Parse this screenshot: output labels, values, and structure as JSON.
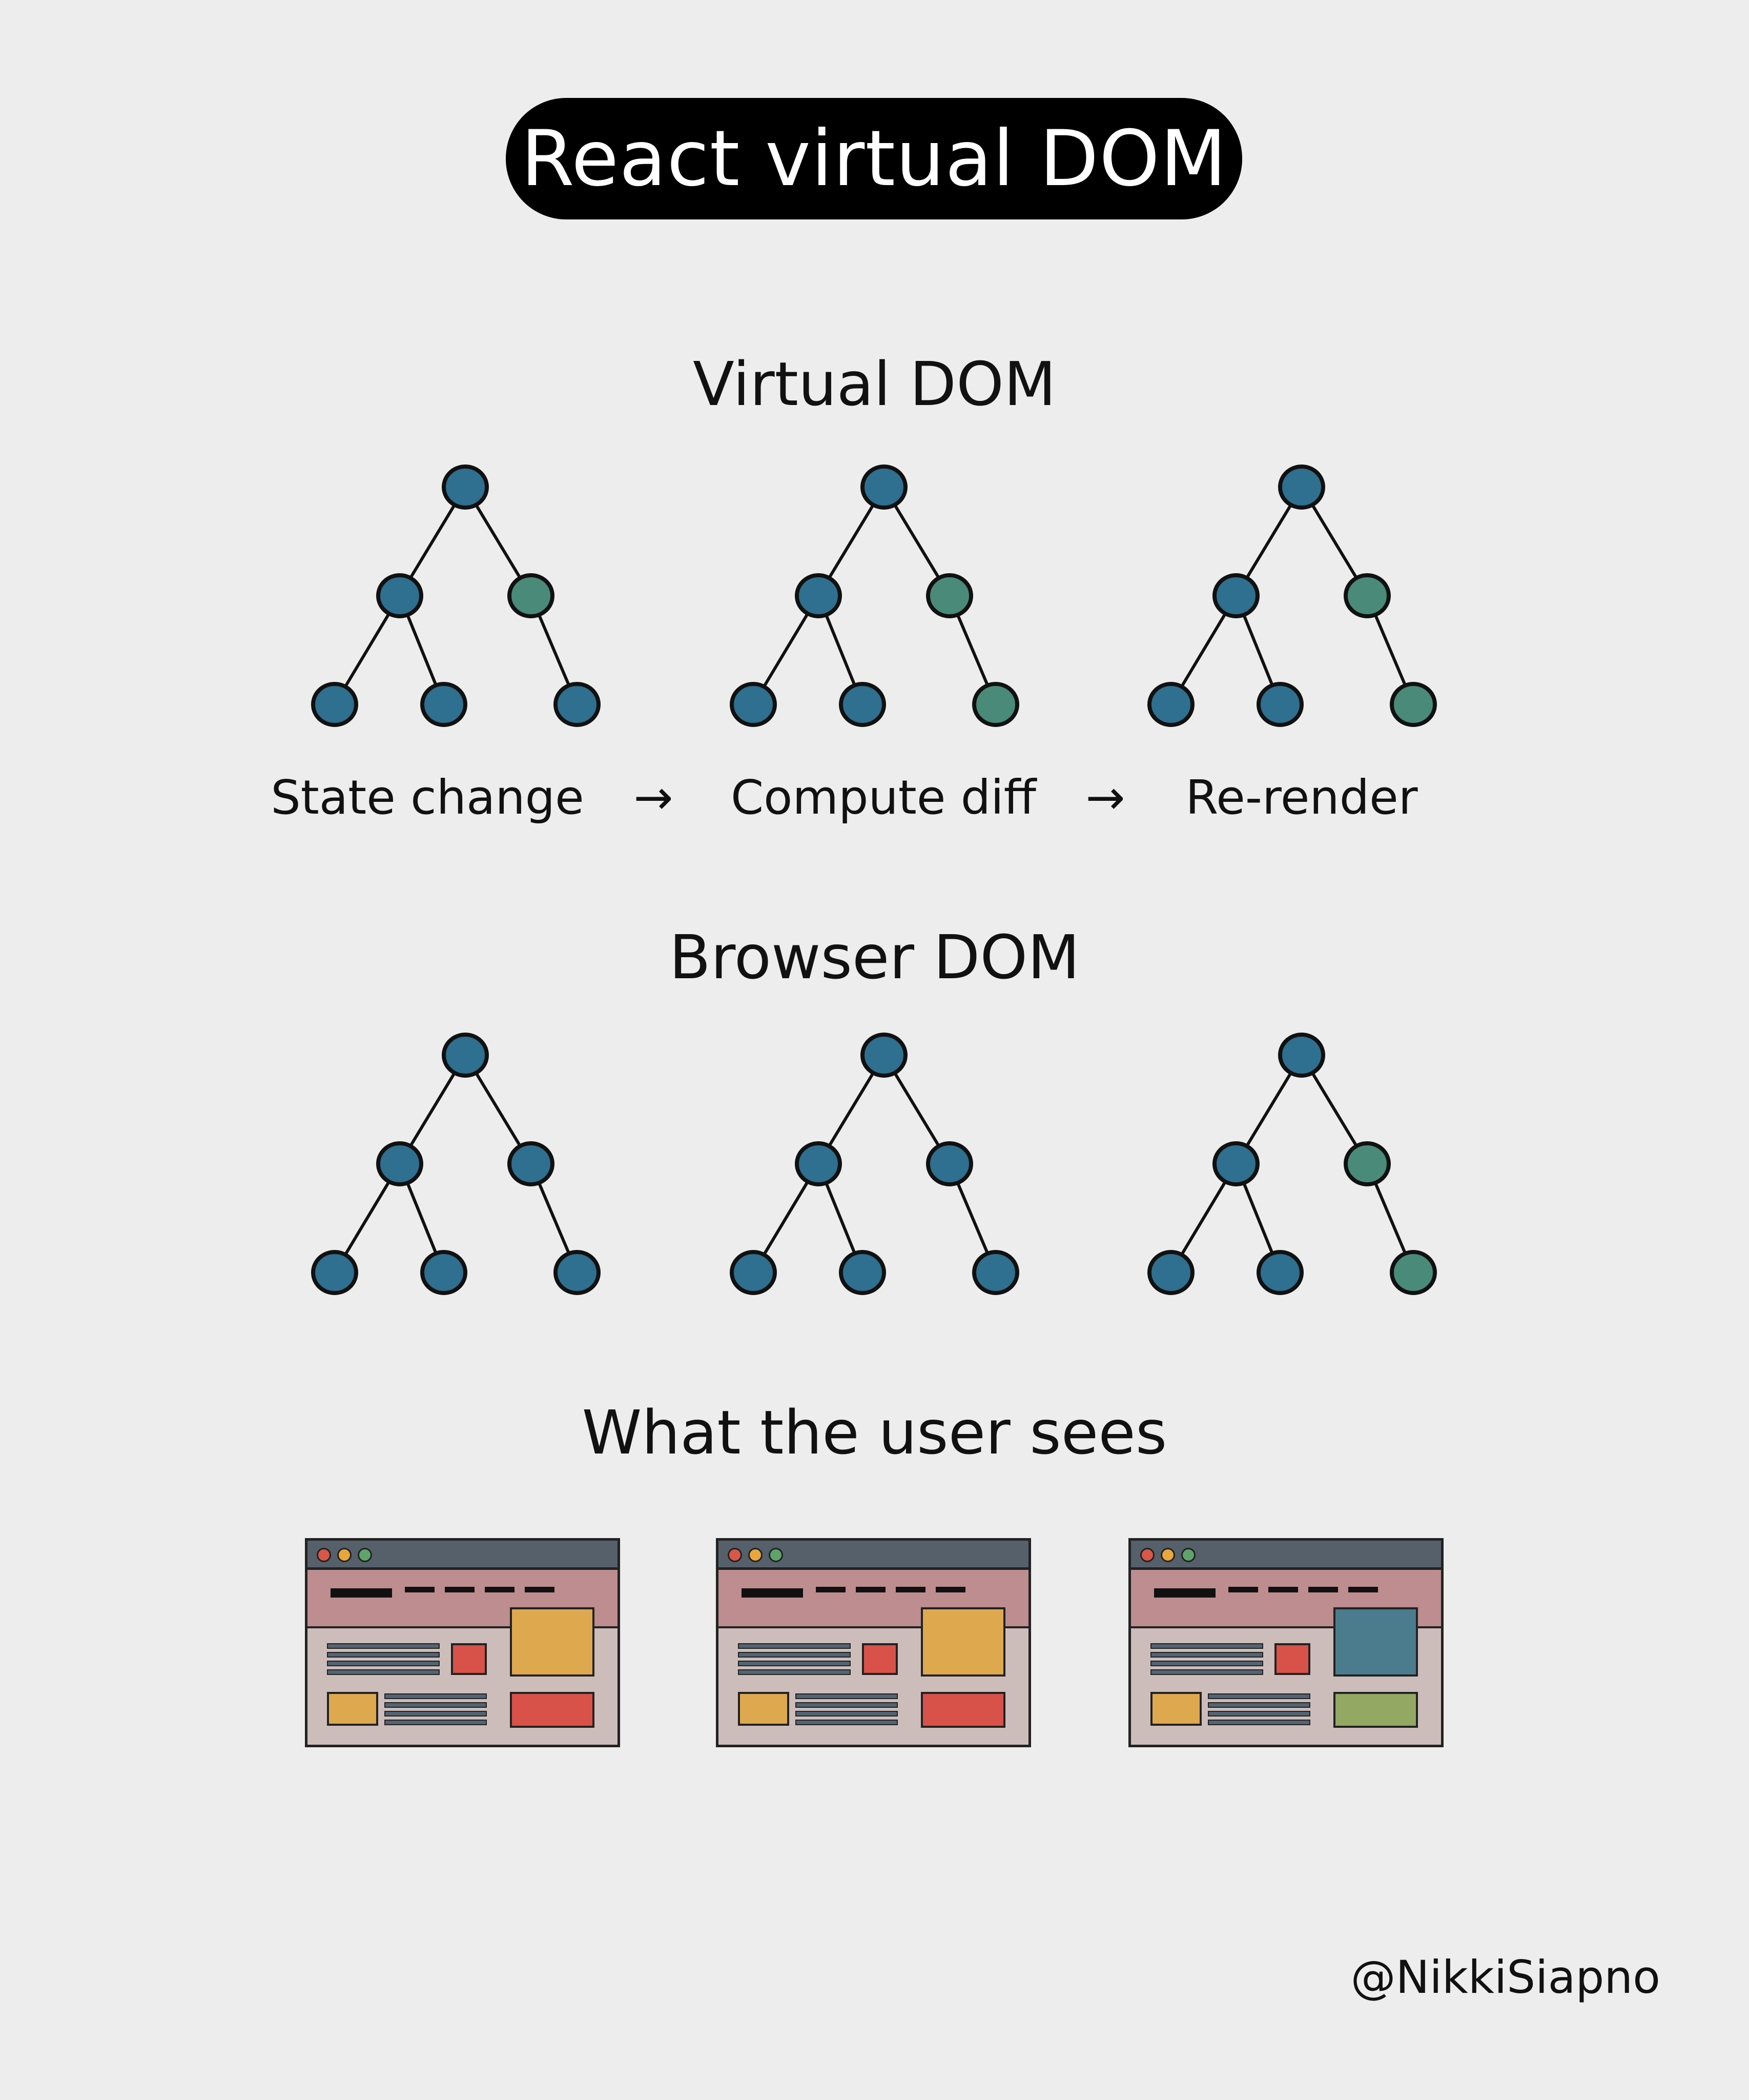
{
  "title": "React virtual DOM",
  "colors": {
    "node_default": "#2f6f8f",
    "node_changed": "#4a8a78",
    "stroke": "#111111",
    "background": "#ededed",
    "window_body": "#ccbdbb",
    "window_header": "#bd8d90",
    "titlebar": "#55606b",
    "orange": "#dea94e",
    "red": "#d8524a",
    "teal": "#4a7c8e",
    "green": "#93a862"
  },
  "sections": {
    "virtual_dom": {
      "heading": "Virtual DOM",
      "trees": [
        {
          "changed": [
            false,
            false,
            true,
            false,
            false,
            false
          ]
        },
        {
          "changed": [
            false,
            false,
            true,
            false,
            false,
            true
          ]
        },
        {
          "changed": [
            false,
            false,
            true,
            false,
            false,
            true
          ]
        }
      ]
    },
    "browser_dom": {
      "heading": "Browser DOM",
      "trees": [
        {
          "changed": [
            false,
            false,
            false,
            false,
            false,
            false
          ]
        },
        {
          "changed": [
            false,
            false,
            false,
            false,
            false,
            false
          ]
        },
        {
          "changed": [
            false,
            false,
            true,
            false,
            false,
            true
          ]
        }
      ]
    },
    "user_view": {
      "heading": "What the user sees",
      "windows": [
        {
          "hero_color": "#dea94e",
          "accent_color": "#d8524a"
        },
        {
          "hero_color": "#dea94e",
          "accent_color": "#d8524a"
        },
        {
          "hero_color": "#4a7c8e",
          "accent_color": "#93a862"
        }
      ]
    }
  },
  "steps": [
    "State change",
    "Compute diff",
    "Re-render"
  ],
  "arrow": "→",
  "signature": "@NikkiSiapno"
}
